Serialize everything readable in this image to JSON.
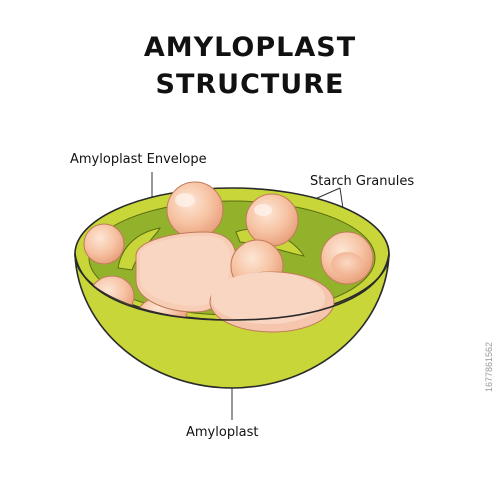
{
  "title": {
    "line1": "AMYLOPLAST",
    "line2": "STRUCTURE"
  },
  "labels": {
    "envelope": "Amyloplast Envelope",
    "starch": "Starch Granules",
    "amyloplast": "Amyloplast"
  },
  "watermark": {
    "id": "1677861562"
  },
  "colors": {
    "envelope_outer": "#c8d63a",
    "envelope_inner": "#9dba2c",
    "stroma": "#8fb02a",
    "granule": "#f5c3a0",
    "granule_dark": "#e9a07d",
    "disc": "#f7cdb6",
    "outline": "#2a2a2a"
  }
}
